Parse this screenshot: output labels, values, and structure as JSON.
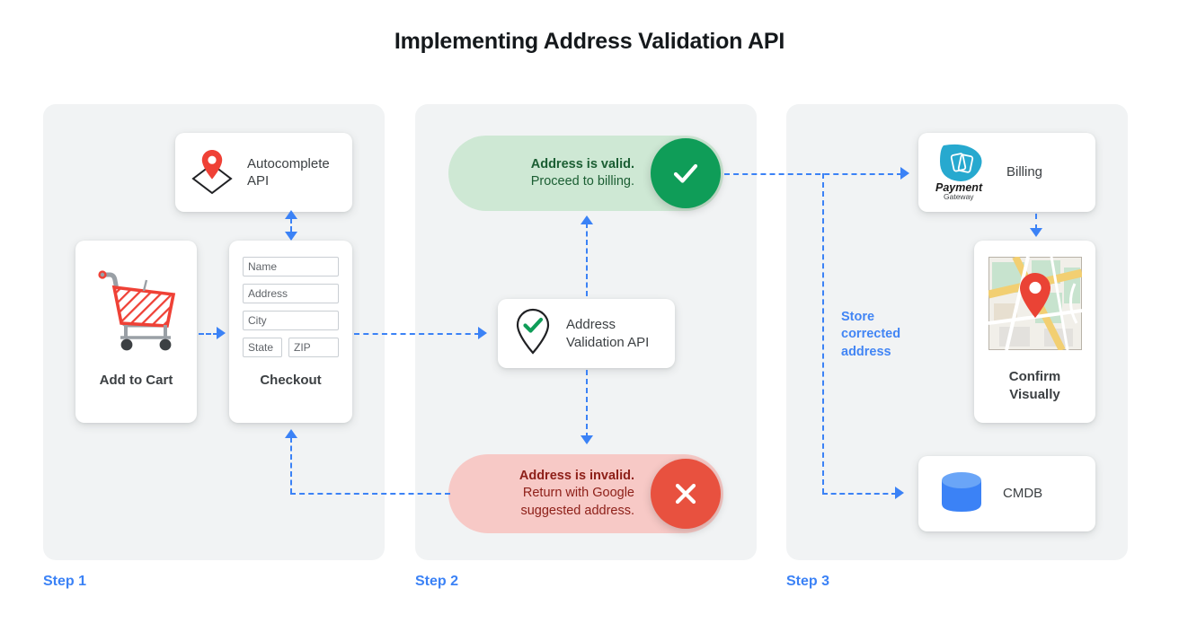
{
  "title": "Implementing Address Validation API",
  "accent_blue": "#3b82f6",
  "panel_bg": "#f1f3f4",
  "steps": [
    {
      "label": "Step 1"
    },
    {
      "label": "Step 2"
    },
    {
      "label": "Step 3"
    }
  ],
  "step1": {
    "autocomplete": {
      "label_line1": "Autocomplete",
      "label_line2": "API",
      "icon": "map-pin-diamond-icon"
    },
    "cart": {
      "label": "Add to Cart",
      "icon": "shopping-cart-icon"
    },
    "checkout": {
      "label": "Checkout",
      "fields": [
        {
          "name": "Name"
        },
        {
          "name": "Address"
        },
        {
          "name": "City"
        },
        {
          "name": "State"
        },
        {
          "name": "ZIP"
        }
      ]
    }
  },
  "step2": {
    "valid": {
      "line1": "Address is valid.",
      "line2": "Proceed to billing.",
      "badge_icon": "check-icon",
      "badge_color": "#0f9d58",
      "pill_color": "#cee8d4",
      "text_color": "#1b5e33"
    },
    "invalid": {
      "line1": "Address is invalid.",
      "line2": "Return with Google",
      "line3": "suggested address.",
      "badge_icon": "close-x-icon",
      "badge_color": "#e8513f",
      "pill_color": "#f7c9c6",
      "text_color": "#8e2019"
    },
    "validation_api": {
      "label_line1": "Address",
      "label_line2": "Validation API",
      "icon": "pin-check-icon"
    }
  },
  "step3": {
    "billing": {
      "label": "Billing",
      "icon": "payment-gateway-logo-icon",
      "logo_text_1": "Payment",
      "logo_text_2": "Gateway"
    },
    "confirm": {
      "label_line1": "Confirm",
      "label_line2": "Visually",
      "icon": "map-thumbnail-icon"
    },
    "cmdb": {
      "label": "CMDB",
      "icon": "database-cylinder-icon"
    },
    "store_note": {
      "line1": "Store",
      "line2": "corrected",
      "line3": "address"
    }
  }
}
